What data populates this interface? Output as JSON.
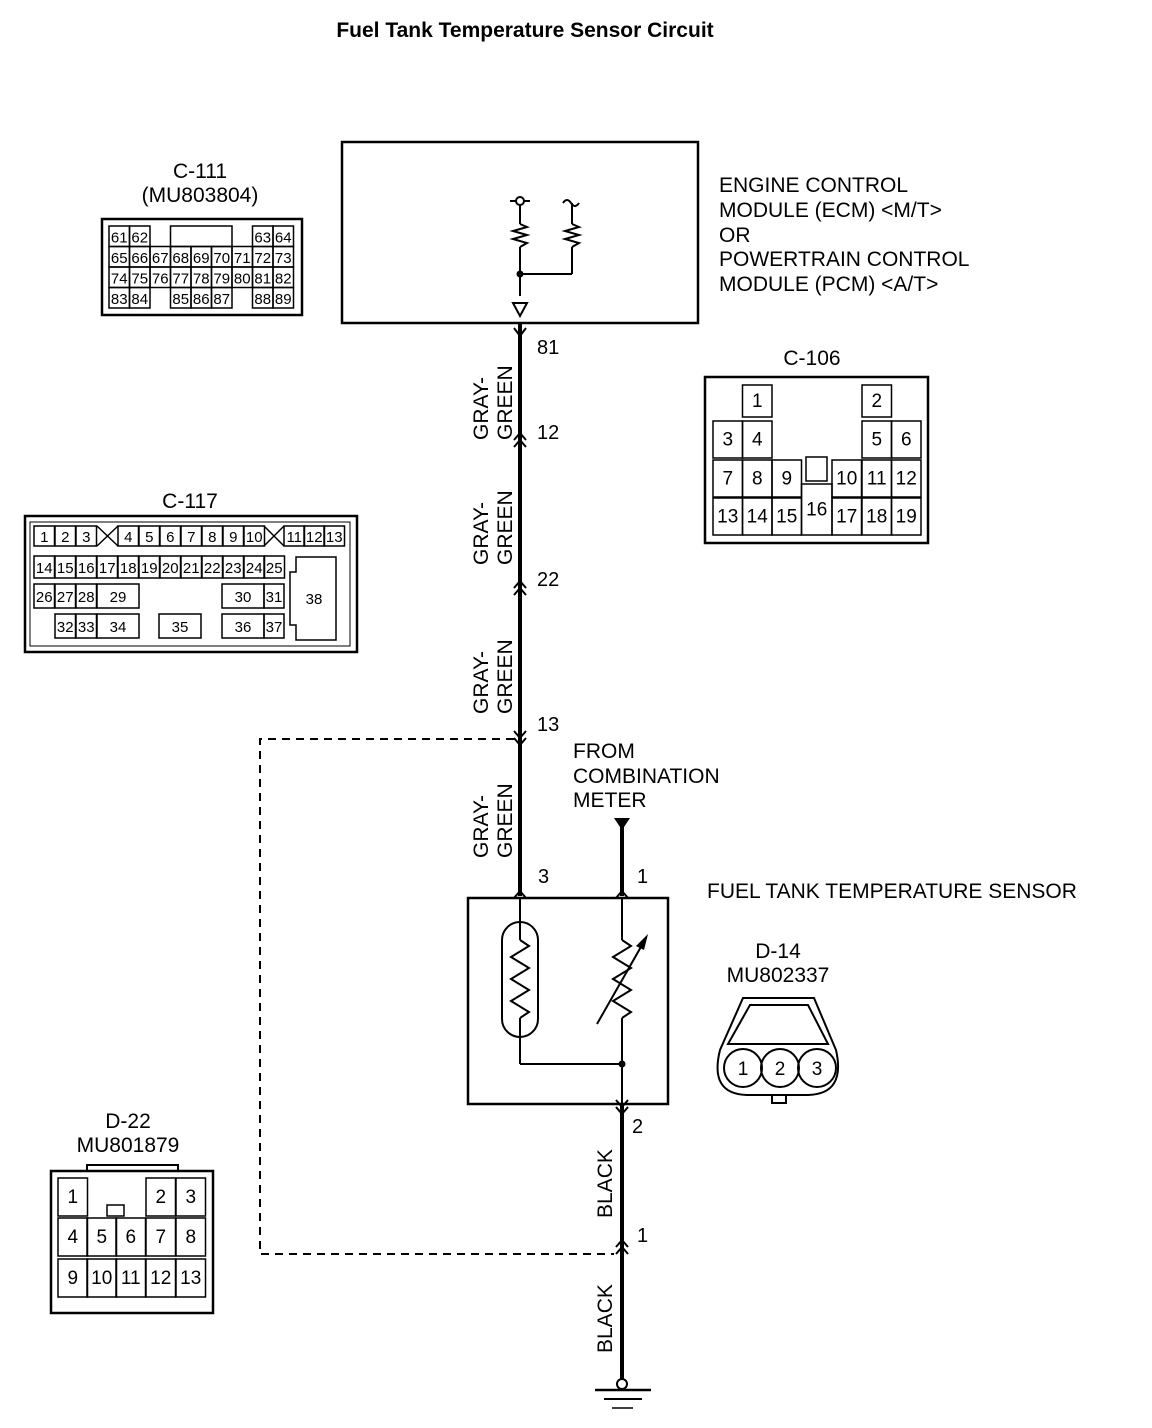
{
  "title": "Fuel Tank Temperature Sensor Circuit",
  "ecm": {
    "lines": [
      "ENGINE CONTROL",
      "MODULE (ECM) <M/T>",
      "OR",
      "POWERTRAIN CONTROL",
      "MODULE (PCM) <A/T>"
    ]
  },
  "connectors": {
    "c111": {
      "name": "C-111",
      "part": "(MU803804)",
      "rows": [
        [
          "61",
          "62",
          "",
          "",
          "",
          "",
          "",
          "63",
          "64"
        ],
        [
          "65",
          "66",
          "67",
          "68",
          "69",
          "70",
          "71",
          "72",
          "73"
        ],
        [
          "74",
          "75",
          "76",
          "77",
          "78",
          "79",
          "80",
          "81",
          "82"
        ],
        [
          "83",
          "84",
          "",
          "85",
          "86",
          "87",
          "",
          "88",
          "89"
        ]
      ]
    },
    "c117": {
      "name": "C-117",
      "row1": [
        "1",
        "2",
        "3",
        "4",
        "5",
        "6",
        "7",
        "8",
        "9",
        "10",
        "11",
        "12",
        "13"
      ],
      "row2": [
        "14",
        "15",
        "16",
        "17",
        "18",
        "19",
        "20",
        "21",
        "22",
        "23",
        "24",
        "25"
      ],
      "row3": [
        "26",
        "27",
        "28",
        "29",
        "30",
        "31"
      ],
      "row4": [
        "32",
        "33",
        "34",
        "35",
        "36",
        "37"
      ],
      "big": "38"
    },
    "c106": {
      "name": "C-106",
      "pins": [
        "1",
        "2",
        "3",
        "4",
        "5",
        "6",
        "7",
        "8",
        "9",
        "10",
        "11",
        "12",
        "13",
        "14",
        "15",
        "16",
        "17",
        "18",
        "19"
      ]
    },
    "d14": {
      "name": "D-14",
      "part": "MU802337",
      "pins": [
        "1",
        "2",
        "3"
      ]
    },
    "d22": {
      "name": "D-22",
      "part": "MU801879",
      "row1": [
        "1",
        "2",
        "3"
      ],
      "row2": [
        "4",
        "5",
        "6",
        "7",
        "8"
      ],
      "row3": [
        "9",
        "10",
        "11",
        "12",
        "13"
      ]
    }
  },
  "wires": {
    "segments": [
      {
        "color": "GRAY-",
        "color2": "GREEN"
      },
      {
        "color": "GRAY-",
        "color2": "GREEN"
      },
      {
        "color": "GRAY-",
        "color2": "GREEN"
      },
      {
        "color": "GRAY-",
        "color2": "GREEN"
      },
      {
        "color": "BLACK"
      },
      {
        "color": "BLACK"
      }
    ],
    "terminals": {
      "ecm_pin": "81",
      "c106_pin": "12",
      "c117_pin": "22",
      "d22_pin": "13",
      "sensor_pin3": "3",
      "sensor_pin1": "1",
      "sensor_pin2": "2",
      "ground_pin": "1"
    }
  },
  "combination_meter": {
    "lines": [
      "FROM",
      "COMBINATION",
      "METER"
    ]
  },
  "sensor": {
    "label": "FUEL TANK TEMPERATURE SENSOR"
  }
}
